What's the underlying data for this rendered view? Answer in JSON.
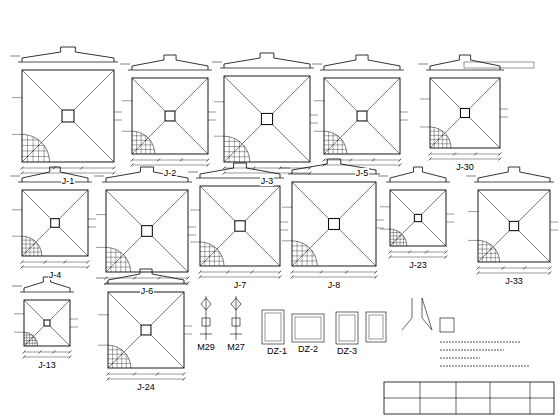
{
  "diagram": {
    "labels": [
      "J-1",
      "J-2",
      "J-3",
      "J-5",
      "J-30",
      "J-4",
      "J-6",
      "J-7",
      "J-8",
      "J-23",
      "J-33",
      "J-13",
      "J-24",
      "M29",
      "M27",
      "DZ-1",
      "DZ-2",
      "DZ-3"
    ]
  }
}
